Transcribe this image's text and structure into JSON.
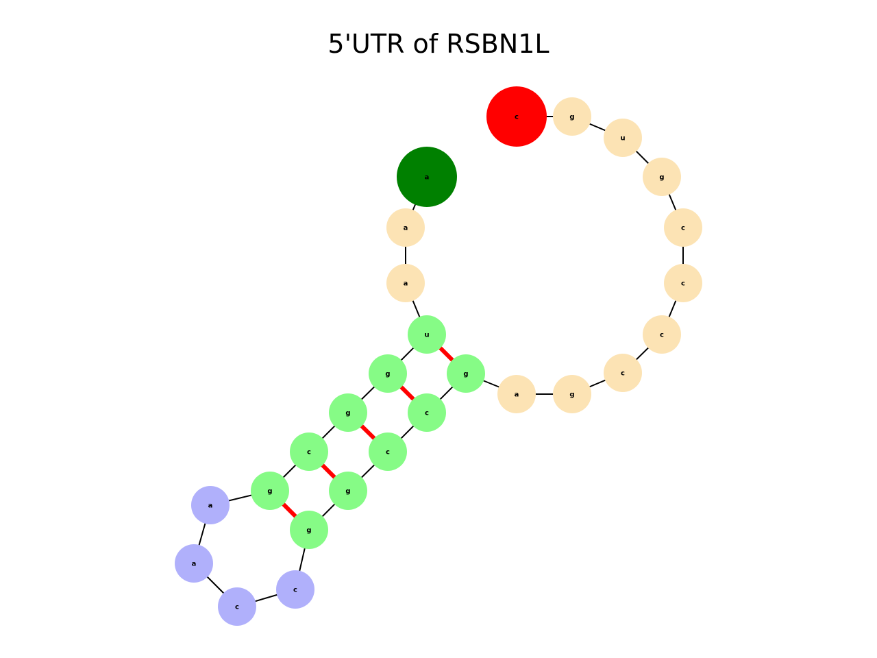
{
  "title": "5'UTR of RSBN1L",
  "colors": {
    "unpaired": "#FCE3B4",
    "stem": "#86FB86",
    "hairpin_loop": "#B0B0FB",
    "five_prime_end": "#008000",
    "three_prime_end": "#FF0000",
    "backbone": "#000000",
    "base_pair": "#FF0000"
  },
  "sequence": [
    "a",
    "a",
    "a",
    "u",
    "g",
    "g",
    "c",
    "g",
    "a",
    "a",
    "c",
    "c",
    "g",
    "g",
    "c",
    "c",
    "g",
    "a",
    "g",
    "c",
    "c",
    "c",
    "c",
    "g",
    "u",
    "g",
    "c"
  ],
  "structure": "...(((((....)))))..........",
  "nucleotide_roles": [
    "five_prime_end",
    "unpaired",
    "unpaired",
    "stem",
    "stem",
    "stem",
    "stem",
    "stem",
    "hairpin_loop",
    "hairpin_loop",
    "hairpin_loop",
    "hairpin_loop",
    "stem",
    "stem",
    "stem",
    "stem",
    "stem",
    "unpaired",
    "unpaired",
    "unpaired",
    "unpaired",
    "unpaired",
    "unpaired",
    "unpaired",
    "unpaired",
    "unpaired",
    "three_prime_end"
  ],
  "base_pairs": [
    [
      4,
      17
    ],
    [
      5,
      16
    ],
    [
      6,
      15
    ],
    [
      7,
      14
    ],
    [
      8,
      13
    ]
  ]
}
